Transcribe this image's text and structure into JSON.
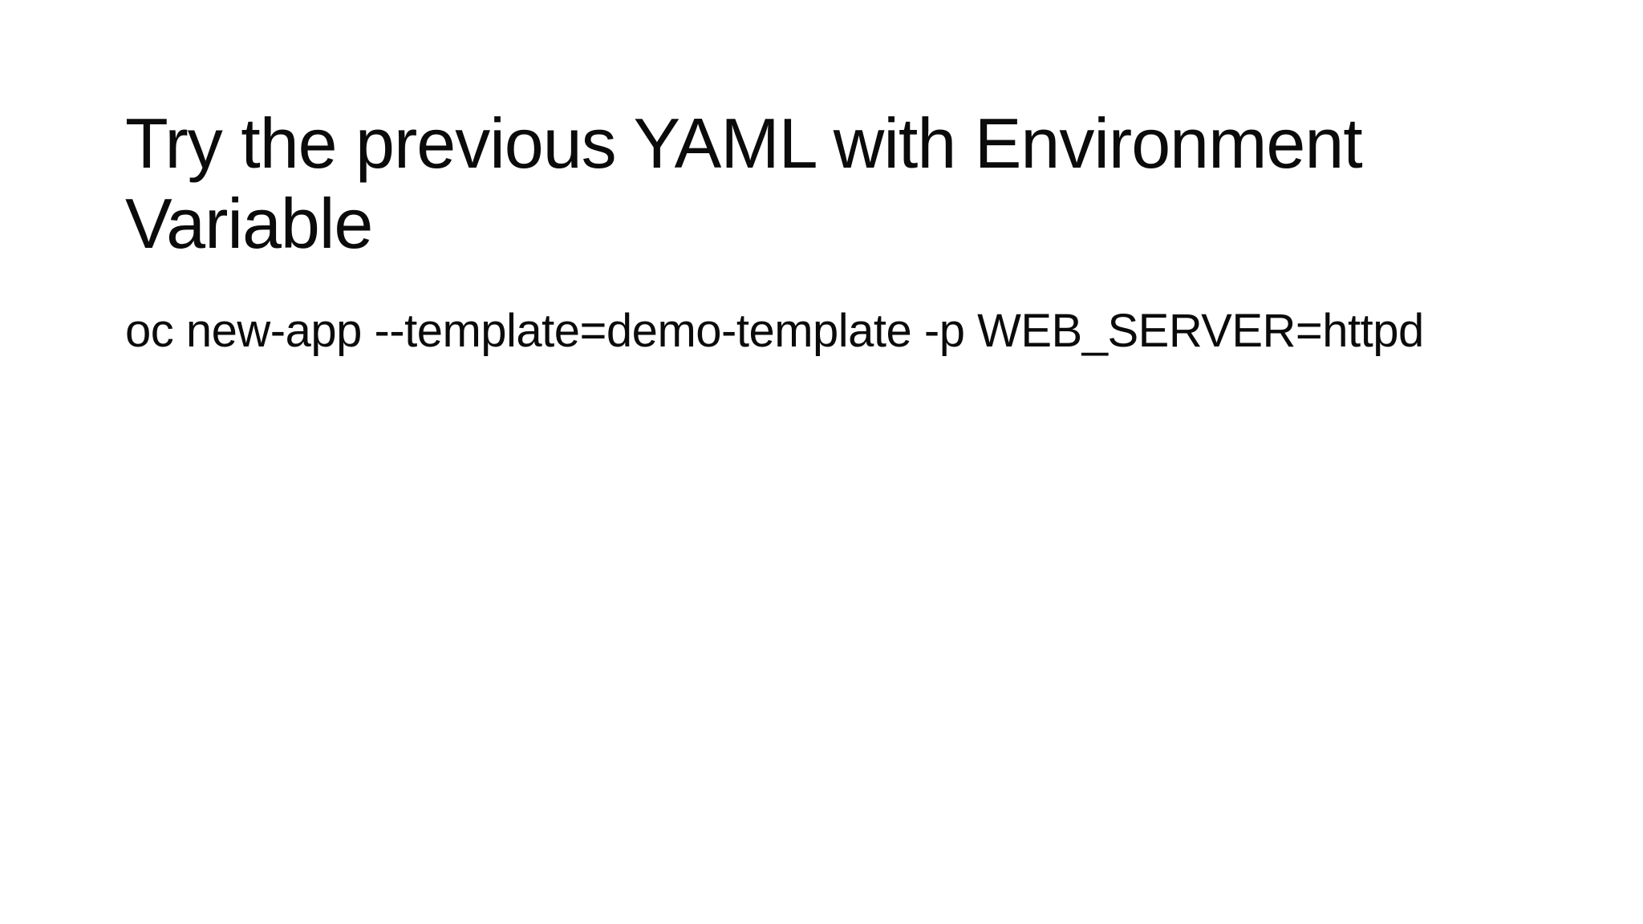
{
  "slide": {
    "title": {
      "line1": "Try the previous YAML with Environment",
      "line2": "Variable"
    },
    "command": "oc new-app --template=demo-template -p WEB_SERVER=httpd",
    "colors": {
      "background": "#ffffff",
      "text": "#0b0b0b"
    }
  }
}
